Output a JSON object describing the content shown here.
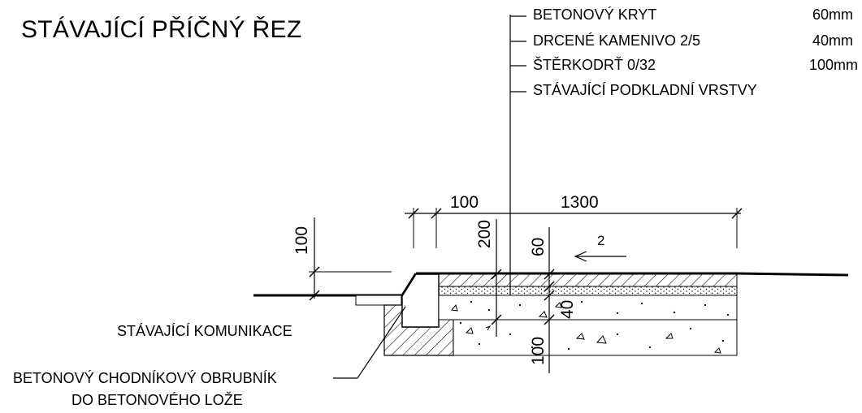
{
  "title": "STÁVAJÍCÍ PŘÍČNÝ ŘEZ",
  "layers": [
    {
      "name": "BETONOVÝ KRYT",
      "thickness": "60mm"
    },
    {
      "name": "DRCENÉ KAMENIVO 2/5",
      "thickness": "40mm"
    },
    {
      "name": "ŠTĚRKODRŤ 0/32",
      "thickness": "100mm"
    },
    {
      "name": "STÁVAJÍCÍ PODKLADNÍ VRSTVY",
      "thickness": ""
    }
  ],
  "dimensions": {
    "curb_width": "100",
    "pavement_width": "1300",
    "curb_height": "100",
    "total_depth": "200",
    "concrete_depth": "60",
    "aggregate_depth": "40",
    "gravel_depth": "100"
  },
  "slope": "2",
  "callouts": {
    "road": "STÁVAJÍCÍ KOMUNIKACE",
    "curb_line1": "BETONOVÝ CHODNÍKOVÝ OBRUBNÍK",
    "curb_line2": "DO BETONOVÉHO LOŽE"
  },
  "colors": {
    "ink": "#000000",
    "background": "#ffffff"
  }
}
